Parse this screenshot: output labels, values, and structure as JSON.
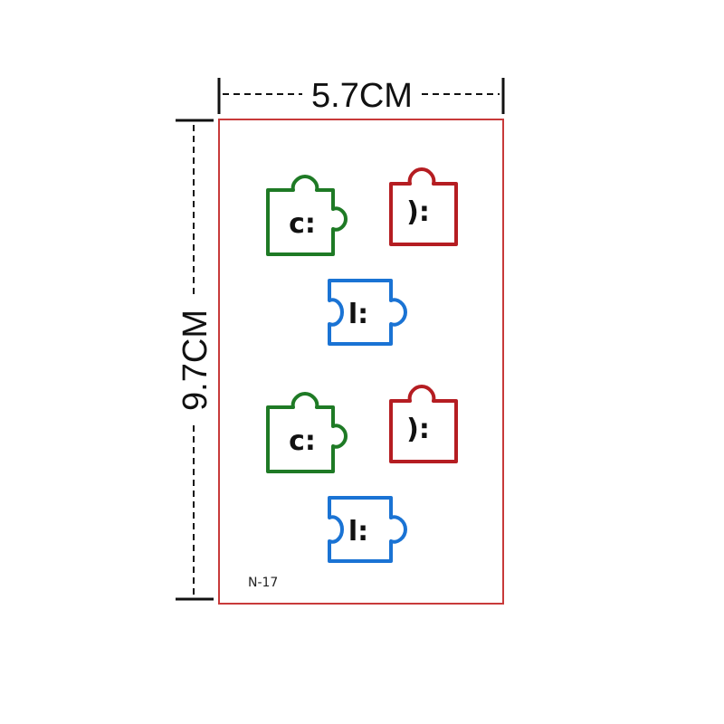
{
  "dimensions": {
    "width_label": "5.7CM",
    "height_label": "9.7CM"
  },
  "sheet": {
    "code": "N-17",
    "border_color": "#c83a3a"
  },
  "stickers": [
    {
      "name": "green-puzzle-piece",
      "color": "#1e7a25",
      "face": "c:"
    },
    {
      "name": "red-puzzle-piece",
      "color": "#b51d22",
      "face": "):"
    },
    {
      "name": "blue-puzzle-piece",
      "color": "#1a73d4",
      "face": "l:"
    },
    {
      "name": "green-puzzle-piece",
      "color": "#1e7a25",
      "face": "c:"
    },
    {
      "name": "red-puzzle-piece",
      "color": "#b51d22",
      "face": "):"
    },
    {
      "name": "blue-puzzle-piece",
      "color": "#1a73d4",
      "face": "l:"
    }
  ]
}
